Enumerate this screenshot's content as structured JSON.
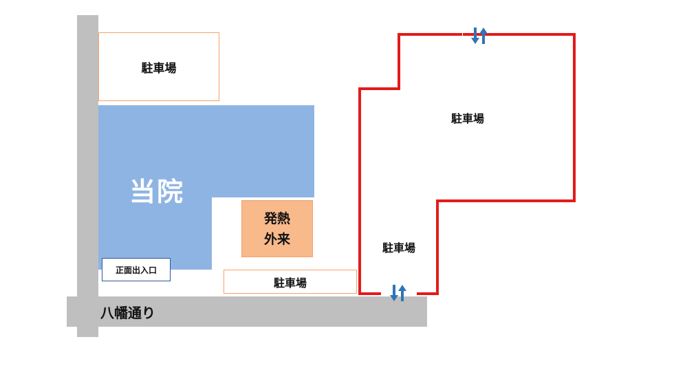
{
  "colors": {
    "road": "#bfbfbf",
    "hospital": "#8eb4e3",
    "fever_clinic": "#f8b98b",
    "parking_border": "#f4a26b",
    "main_lot_outline": "#e31b1b",
    "arrow": "#2e75b6",
    "entrance_border": "#2f5597"
  },
  "map": {
    "parking_top_left": "駐車場",
    "hospital": "当院",
    "fever_clinic_line1": "発熱",
    "fever_clinic_line2": "外来",
    "main_entrance": "正面出入口",
    "parking_small": "駐車場",
    "street": "八幡通り",
    "parking_right_upper": "駐車場",
    "parking_right_lower": "駐車場"
  },
  "icons": {
    "entry_exit_arrows": "up-down-arrows-icon"
  }
}
